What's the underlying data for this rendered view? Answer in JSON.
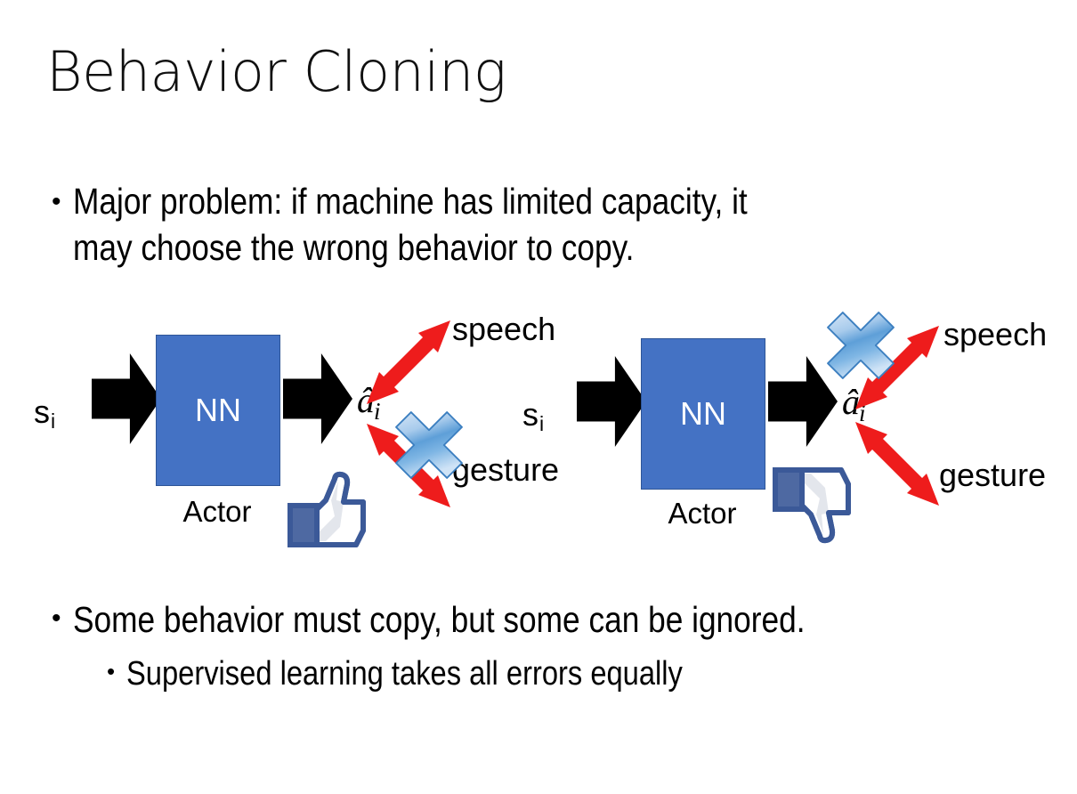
{
  "slide": {
    "title": "Behavior Cloning",
    "background_color": "#FFFFFF"
  },
  "bullets": [
    {
      "id": "problem",
      "marker": "•",
      "level": 1,
      "text": "Major problem: if machine has limited capacity, it\nmay choose the wrong behavior to copy."
    },
    {
      "id": "some-behavior",
      "marker": "•",
      "level": 1,
      "text": "Some behavior must copy, but some can be ignored."
    },
    {
      "id": "supervised",
      "marker": "•",
      "level": 2,
      "text": "Supervised learning takes all errors equally"
    }
  ],
  "diagrams": [
    {
      "id": "left",
      "state_label": "s",
      "state_subscript": "i",
      "box_label": "NN",
      "box_caption": "Actor",
      "box_color": "#4472C4",
      "box_border_color": "#2E5597",
      "action_label": "â",
      "action_subscript": "i",
      "outputs": [
        {
          "label": "speech",
          "direction": "up-right",
          "crossed": false
        },
        {
          "label": "gesture",
          "direction": "down-right",
          "crossed": true
        }
      ],
      "verdict": "thumbs-up",
      "arrow_color": "#EE1C1C",
      "cross_color": "#3F8FD8"
    },
    {
      "id": "right",
      "state_label": "s",
      "state_subscript": "i",
      "box_label": "NN",
      "box_caption": "Actor",
      "box_color": "#4472C4",
      "box_border_color": "#2E5597",
      "action_label": "â",
      "action_subscript": "i",
      "outputs": [
        {
          "label": "speech",
          "direction": "up-right",
          "crossed": true
        },
        {
          "label": "gesture",
          "direction": "down-right",
          "crossed": false
        }
      ],
      "verdict": "thumbs-down",
      "arrow_color": "#EE1C1C",
      "cross_color": "#3F8FD8"
    }
  ],
  "icons": {
    "thumbs_up_name": "thumbs-up-icon",
    "thumbs_down_name": "thumbs-down-icon",
    "cross_name": "blue-cross-icon",
    "thumb_outline_color": "#3B5998",
    "thumb_cuff_color": "#4E69A2",
    "thumb_fill_color": "#FFFFFF",
    "thumb_shade_color": "#E3E6EC"
  }
}
